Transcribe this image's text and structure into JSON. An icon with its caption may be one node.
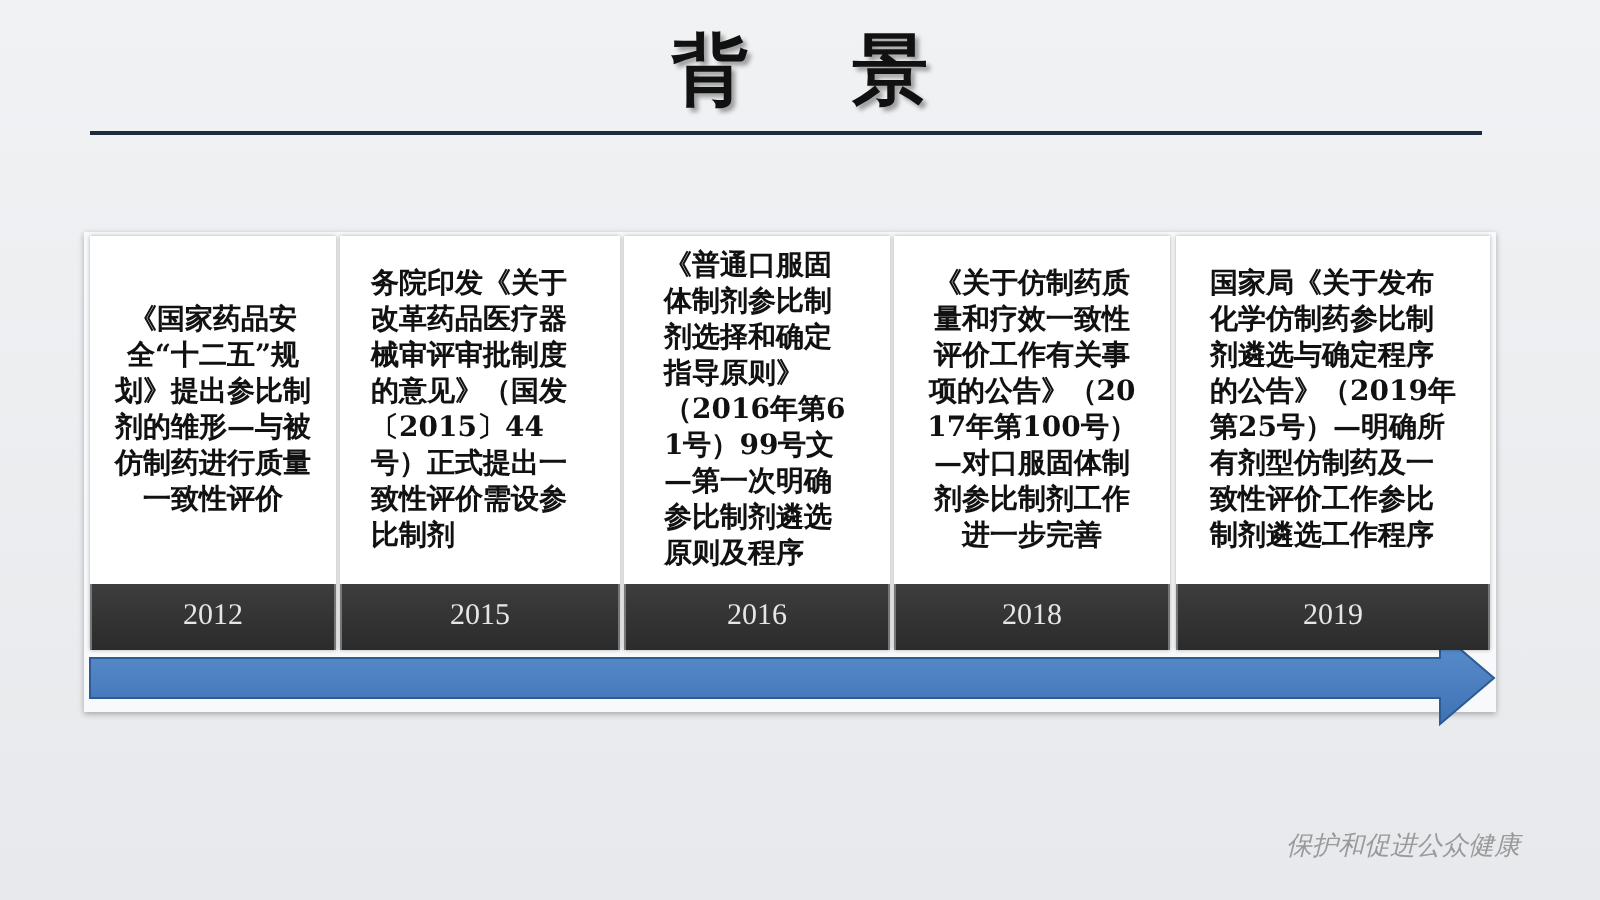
{
  "diagram": {
    "title": "背景",
    "nodes": [
      {
        "text": [
          "《国家药品安全“十二五”规划》提出参比制剂的雏形—与被仿制药进行质量一致性评价"
        ]
      },
      {
        "text": [
          "2012"
        ],
        "in": 0
      },
      {
        "text": [
          "务院印发《关于改革药品医疗器械审评审批制度的意见》（国发〔2015〕44号）正式提出一致性评价需设参比制剂"
        ]
      },
      {
        "text": [
          "2015"
        ],
        "in": 2
      },
      {
        "text": [
          "《普通口服固体制剂参比制剂选择和确定指导原则》（2016年第61号）99号文—第一次明确参比制剂遴选原则及程序"
        ]
      },
      {
        "text": [
          "2016"
        ],
        "in": 4
      },
      {
        "text": [
          "《关于仿制药质量和疗效一致性评价工作有关事项的公告》（2017年第100号）—对口服固体制剂参比制剂工作进一步完善"
        ]
      },
      {
        "text": [
          "2018"
        ],
        "in": 6
      },
      {
        "text": [
          "国家局《关于发布化学仿制药参比制剂遴选与确定程序的公告》（2019年第25号）—明确所有剂型仿制药及一致性评价工作参比制剂遴选工作程序"
        ]
      },
      {
        "text": [
          "2019"
        ],
        "in": 8
      }
    ],
    "labels": [
      "保护和促进公众健康"
    ]
  }
}
